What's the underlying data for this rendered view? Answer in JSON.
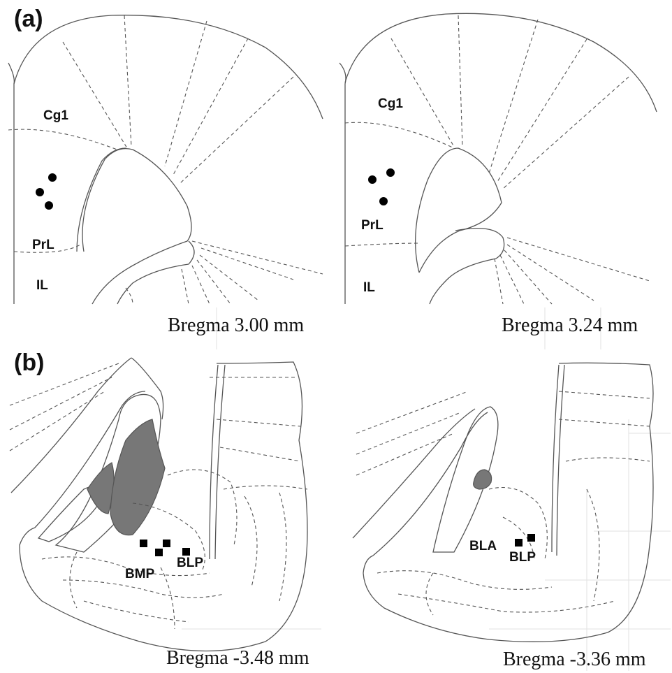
{
  "panel_a": {
    "label": "(a)",
    "left": {
      "regions": [
        "Cg1",
        "PrL",
        "IL"
      ],
      "bregma": "Bregma 3.00 mm"
    },
    "right": {
      "regions": [
        "Cg1",
        "PrL",
        "IL"
      ],
      "bregma": "Bregma 3.24 mm"
    }
  },
  "panel_b": {
    "label": "(b)",
    "left": {
      "regions": [
        "BMP",
        "BLP"
      ],
      "bregma": "Bregma -3.48 mm"
    },
    "right": {
      "regions": [
        "BLA",
        "BLP"
      ],
      "bregma": "Bregma -3.36 mm"
    }
  },
  "colors": {
    "lesion_fill": "#777777",
    "outline": "#555555",
    "marker": "#000000"
  }
}
